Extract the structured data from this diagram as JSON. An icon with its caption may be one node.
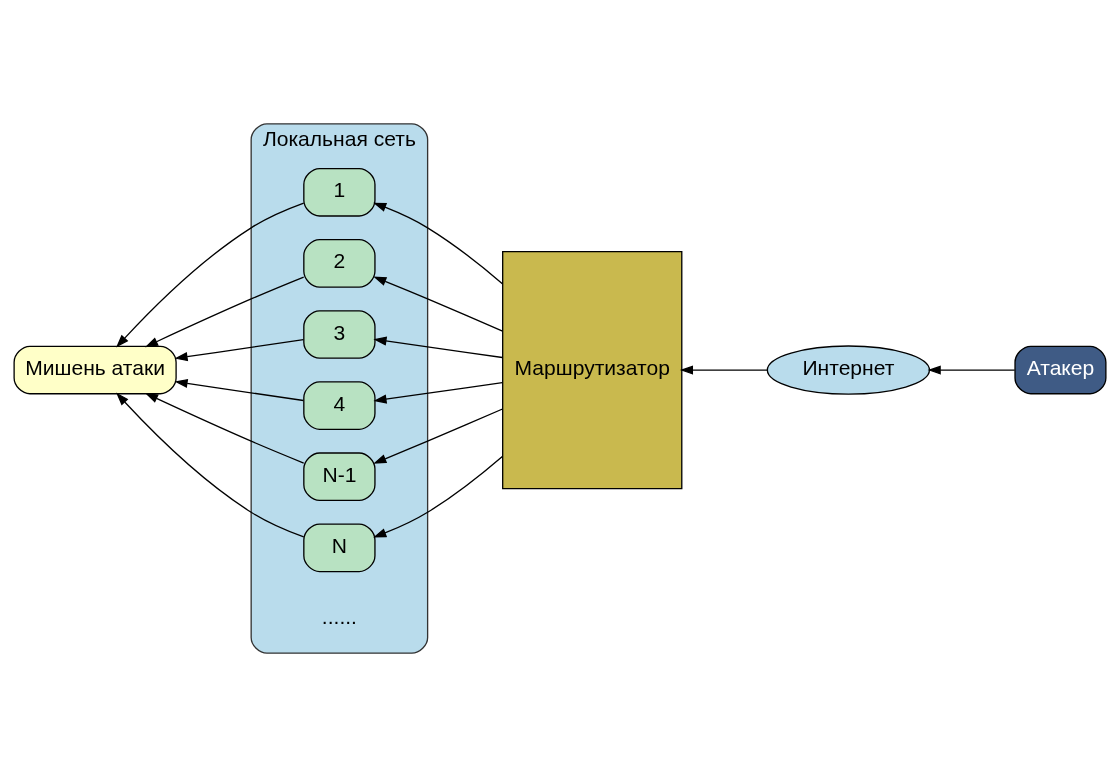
{
  "diagram": {
    "nodes": [
      {
        "text": [
          "Локальная сеть"
        ]
      },
      {
        "text": [
          "1"
        ],
        "in": 0
      },
      {
        "text": [
          "2"
        ],
        "in": 0
      },
      {
        "text": [
          "3"
        ],
        "in": 0
      },
      {
        "text": [
          "4"
        ],
        "in": 0
      },
      {
        "text": [
          "N-1"
        ],
        "in": 0
      },
      {
        "text": [
          "N"
        ],
        "in": 0
      },
      {
        "text": [
          "Мишень атаки"
        ]
      },
      {
        "text": [
          "Маршрутизатор"
        ]
      },
      {
        "text": [
          "Интернет"
        ]
      },
      {
        "text": [
          "Атакер"
        ]
      }
    ],
    "edges": [
      {
        "from": 10,
        "to": 9,
        "arrow": "to"
      },
      {
        "from": 9,
        "to": 8,
        "arrow": "to"
      },
      {
        "from": 8,
        "to": 1,
        "arrow": "to"
      },
      {
        "from": 8,
        "to": 2,
        "arrow": "to"
      },
      {
        "from": 8,
        "to": 3,
        "arrow": "to"
      },
      {
        "from": 8,
        "to": 4,
        "arrow": "to"
      },
      {
        "from": 8,
        "to": 5,
        "arrow": "to"
      },
      {
        "from": 8,
        "to": 6,
        "arrow": "to"
      },
      {
        "from": 1,
        "to": 7,
        "arrow": "to"
      },
      {
        "from": 2,
        "to": 7,
        "arrow": "to"
      },
      {
        "from": 3,
        "to": 7,
        "arrow": "to"
      },
      {
        "from": 4,
        "to": 7,
        "arrow": "to"
      },
      {
        "from": 5,
        "to": 7,
        "arrow": "to"
      },
      {
        "from": 6,
        "to": 7,
        "arrow": "to"
      }
    ],
    "labels": [
      "......"
    ]
  }
}
